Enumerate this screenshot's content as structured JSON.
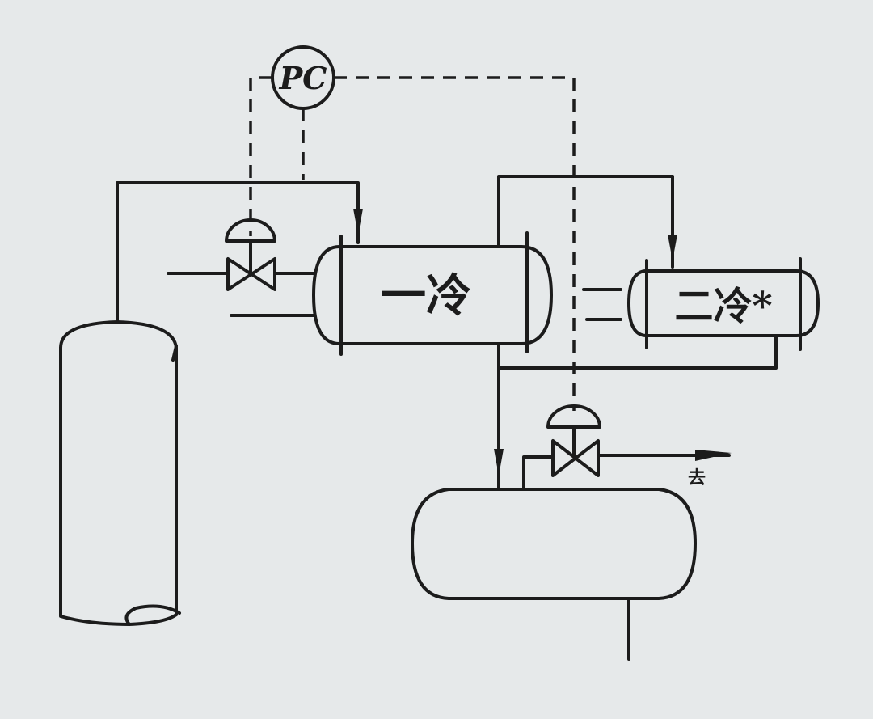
{
  "controller": {
    "label": "PC"
  },
  "vessels": {
    "primary_cooler": {
      "label": "一冷"
    },
    "secondary_cooler": {
      "label": "二冷*"
    }
  },
  "annotations": {
    "outlet_note": "去"
  },
  "colors": {
    "paper": "#e6e9ea",
    "ink": "#1c1c1c"
  }
}
